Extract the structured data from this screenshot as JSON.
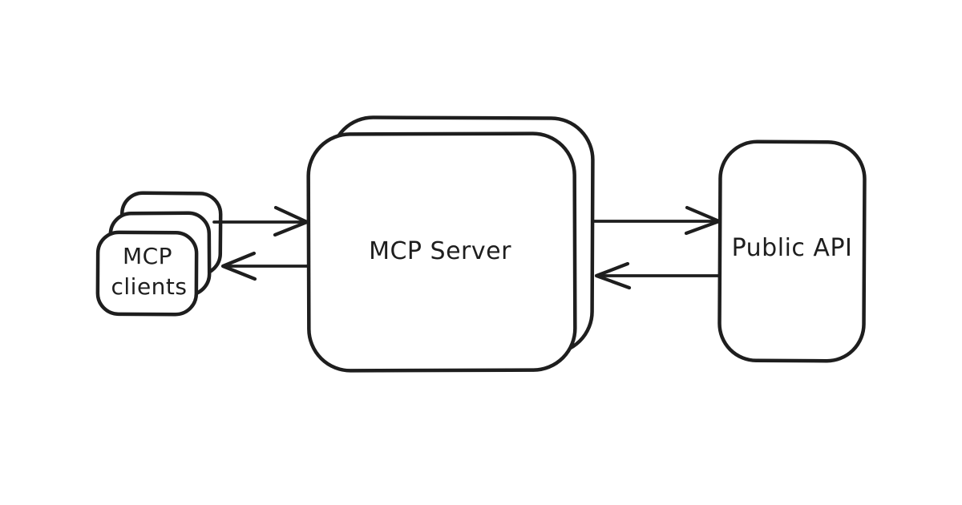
{
  "canvas": {
    "background": "#ffffff",
    "stroke_color": "#1e1e1e",
    "style": "hand-drawn"
  },
  "nodes": {
    "mcp_clients": {
      "label": "MCP clients",
      "label_line1": "MCP",
      "label_line2": "clients",
      "shape": "rounded-rectangle-stack",
      "stack_count": 3
    },
    "mcp_server": {
      "label": "MCP Server",
      "shape": "rounded-rectangle-stack",
      "stack_count": 2
    },
    "public_api": {
      "label": "Public API",
      "shape": "rounded-rectangle"
    }
  },
  "edges": [
    {
      "id": "clients-to-server",
      "from": "mcp_clients",
      "to": "mcp_server",
      "direction": "right"
    },
    {
      "id": "server-to-clients",
      "from": "mcp_server",
      "to": "mcp_clients",
      "direction": "left"
    },
    {
      "id": "server-to-api",
      "from": "mcp_server",
      "to": "public_api",
      "direction": "right"
    },
    {
      "id": "api-to-server",
      "from": "public_api",
      "to": "mcp_server",
      "direction": "left"
    }
  ]
}
